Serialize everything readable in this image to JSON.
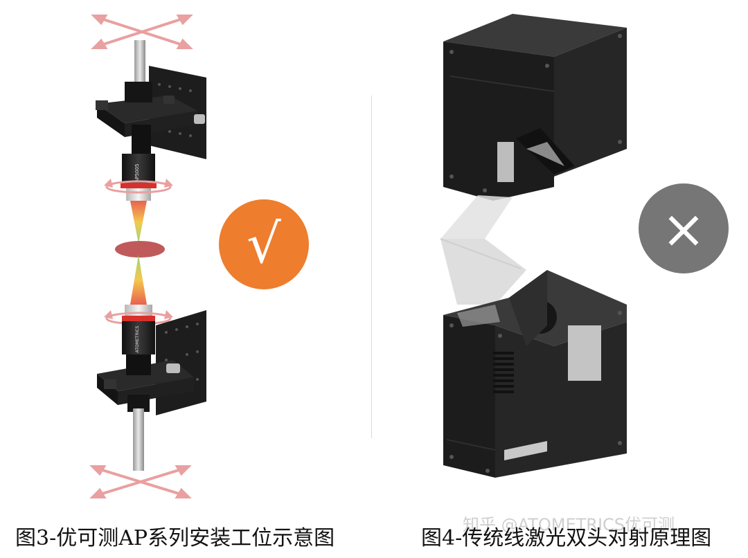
{
  "captions": {
    "left": "图3-优可测AP系列安装工位示意图",
    "right": "图4-传统线激光双头对射原理图"
  },
  "watermark": "知乎 @ATOMETRICS优可测",
  "badges": {
    "correct_symbol": "√",
    "wrong_symbol": "×",
    "correct_color": "#ee7d2d",
    "wrong_color": "#767676"
  },
  "icons": [
    "move-arrows-icon",
    "rotation-arrow-icon",
    "check-icon",
    "cross-icon"
  ],
  "colors": {
    "arrow": "#e9a0a0",
    "device_body": "#2b2b2b",
    "laser_green": "#8fd36a",
    "laser_red": "#e6503c",
    "target_disk": "#c05a5a"
  },
  "device_labels": {
    "upper_lens": "AP5005",
    "lower_lens": "ATOMETRICS"
  }
}
